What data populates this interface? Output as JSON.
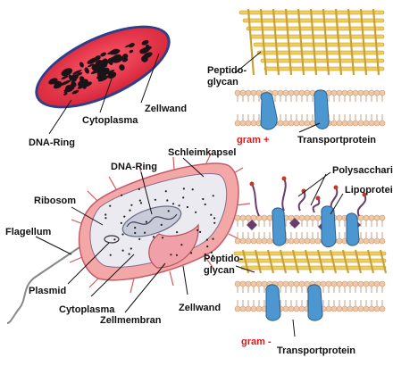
{
  "colors": {
    "cytoplasm_red": "#e8334a",
    "dna_dark": "#1a1418",
    "cell_wall_blue": "#3a4ea0",
    "cell_pink": "#f4a7a7",
    "cell_interior": "#eaeaf0",
    "peptidoglycan_gold": "#f1cf5a",
    "lipid_head": "#f2c9a6",
    "transport_blue": "#4d97d1",
    "polysaccharide_purple": "#6a3c6e",
    "gram_label_red": "#e01818"
  },
  "top_cell": {
    "label_dna": "DNA-Ring",
    "label_cytoplasm": "Cytoplasma",
    "label_wall": "Zellwand"
  },
  "gram_positive": {
    "label_peptidoglycan_1": "Peptido-",
    "label_peptidoglycan_2": "glycan",
    "label_gram": "gram +",
    "label_transport": "Transportprotein"
  },
  "bottom_cell": {
    "label_capsule": "Schleimkapsel",
    "label_ribosome": "Ribosom",
    "label_dna": "DNA-Ring",
    "label_flagellum": "Flagellum",
    "label_plasmid": "Plasmid",
    "label_cytoplasm": "Cytoplasma",
    "label_membrane": "Zellmembran",
    "label_wall": "Zellwand"
  },
  "gram_negative": {
    "label_polysaccharide": "Polysaccharide",
    "label_lipoprotein": "Lipoprotein",
    "label_peptidoglycan_1": "Peptido-",
    "label_peptidoglycan_2": "glycan",
    "label_gram": "gram -",
    "label_transport": "Transportprotein"
  }
}
